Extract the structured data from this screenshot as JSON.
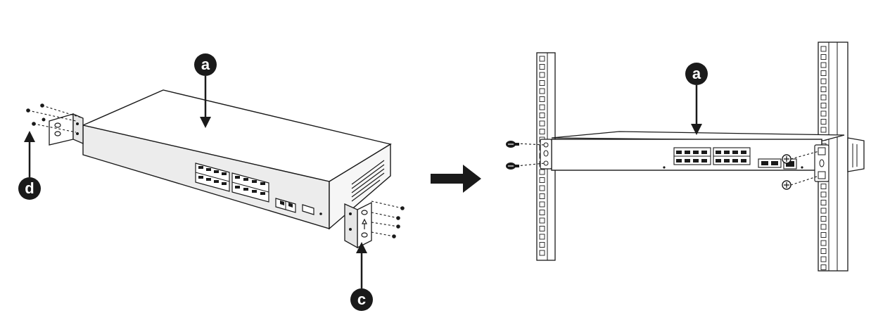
{
  "colors": {
    "ink": "#1a1a1a",
    "fill_top": "#ffffff",
    "fill_side": "#e9e9e9",
    "fill_dark": "#2a2a2a",
    "rack": "#ffffff"
  },
  "callouts": {
    "switch_top": "a",
    "rack_switch": "a",
    "bracket_right": "c",
    "bracket_left": "d"
  },
  "icons": {
    "step_arrow": "right-arrow-icon",
    "screw": "screw-icon"
  }
}
